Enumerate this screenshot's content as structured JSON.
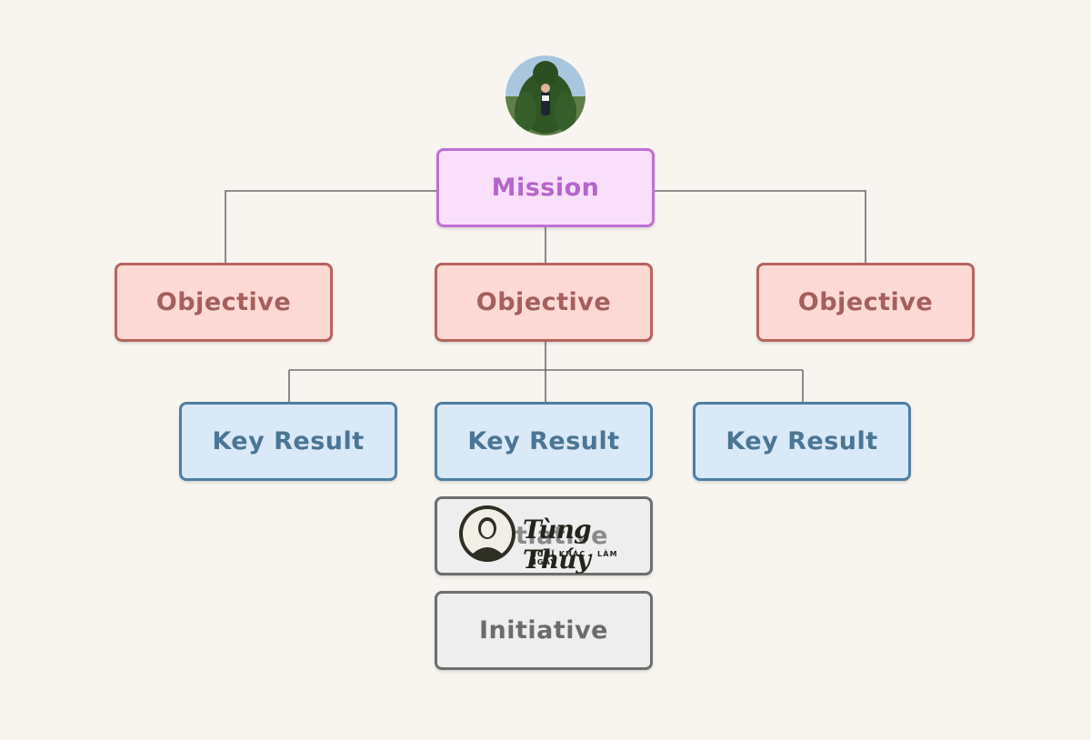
{
  "diagram": {
    "mission": {
      "label": "Mission"
    },
    "objectives": [
      {
        "label": "Objective"
      },
      {
        "label": "Objective"
      },
      {
        "label": "Objective"
      }
    ],
    "key_results": [
      {
        "label": "Key Result"
      },
      {
        "label": "Key Result"
      },
      {
        "label": "Key Result"
      }
    ],
    "initiatives": [
      {
        "label": "Initiative"
      },
      {
        "label": "Initiative"
      }
    ]
  },
  "watermark": {
    "title": "Tùng Thúy",
    "subtitle": "NGHĨ KHÁC - LÀM NGAY"
  },
  "colors": {
    "background": "#f8f4f0",
    "mission": "#c070d6",
    "objective": "#b7645f",
    "key_result": "#4f7ea3",
    "initiative": "#6e6e6e",
    "connector": "#6f6f6f"
  }
}
